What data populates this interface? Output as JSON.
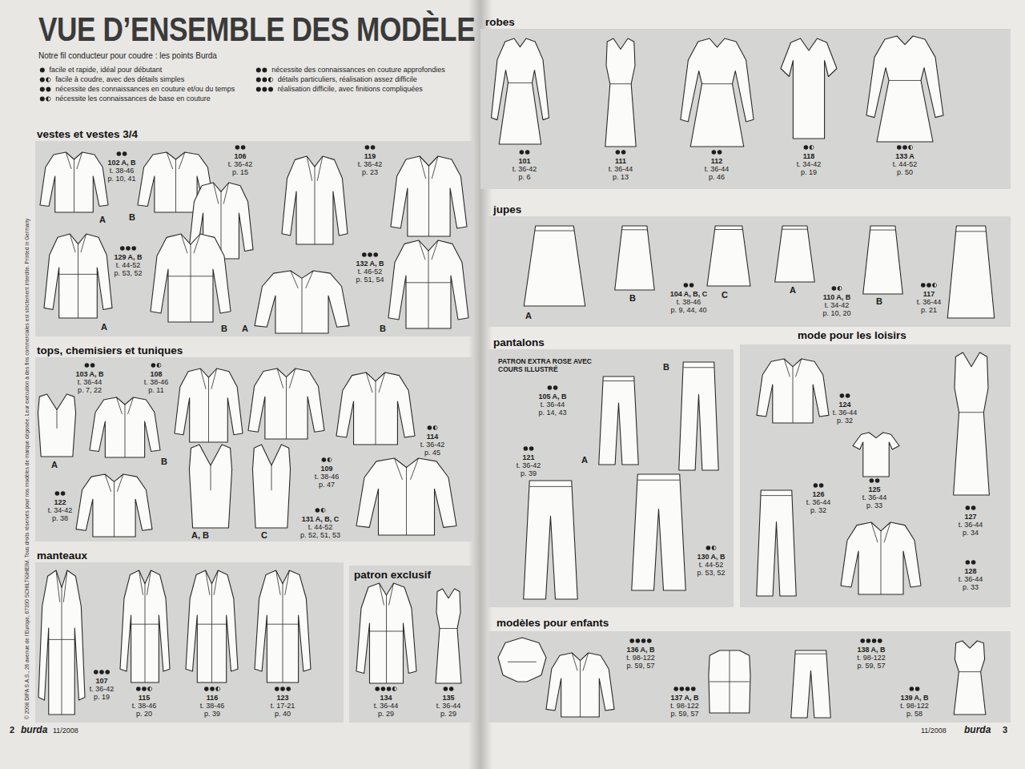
{
  "diagram": {
    "title": "VUE D’ENSEMBLE DES MODÈLE",
    "nodes": [
      {
        "text": [
          "vestes et vestes 3/4"
        ]
      },
      {
        "text": [
          "tops, chemisiers et tuniques"
        ]
      },
      {
        "text": [
          "manteaux"
        ]
      },
      {
        "text": [
          "patron exclusif"
        ]
      },
      {
        "text": [
          "robes"
        ]
      },
      {
        "text": [
          "jupes"
        ]
      },
      {
        "text": [
          "pantalons"
        ]
      },
      {
        "text": [
          "mode pour les loisirs"
        ]
      },
      {
        "text": [
          "modèles pour enfants"
        ]
      }
    ],
    "labels": [
      "Notre fil conducteur pour coudre : les points Burda",
      "© 2008 DIPA S.A.S., 26 avenue de l’Europe, 67300 SCHILTIGHEIM. Tous droits réservés pour nos modèles de marque déposée. Leur exécution à des fins commerciales est strictement interdite. Printed in Germany",
      "102 A, B",
      "t. 38-46",
      "p. 10, 41",
      "106",
      "t. 36-42",
      "p. 15",
      "119",
      "t. 36-42",
      "p. 23",
      "129 A, B",
      "t. 44-52",
      "p. 53, 52",
      "132 A, B",
      "t. 46-52",
      "p. 51, 54",
      "103 A, B",
      "t. 36-44",
      "p. 7, 22",
      "108",
      "t. 38-46",
      "p. 11",
      "109",
      "t. 38-46",
      "p. 47",
      "114",
      "t. 36-42",
      "p. 45",
      "122",
      "t. 34-42",
      "p. 38",
      "131 A, B, C",
      "t. 44-52",
      "p. 52, 51, 53",
      "107",
      "t. 36-42",
      "p. 19",
      "115",
      "t. 38-46",
      "p. 20",
      "116",
      "t. 38-46",
      "p. 39",
      "123",
      "t. 17-21",
      "p. 40",
      "134",
      "t. 36-44",
      "p. 29",
      "135",
      "t. 36-44",
      "p. 29",
      "101",
      "t. 36-42",
      "p. 6",
      "111",
      "t. 36-44",
      "p. 13",
      "112",
      "t. 36-44",
      "p. 46",
      "118",
      "t. 34-42",
      "p. 19",
      "133 A",
      "t. 44-52",
      "p. 50",
      "104 A, B, C",
      "t. 38-46",
      "p. 9, 44, 40",
      "110 A, B",
      "t. 34-42",
      "p. 10, 20",
      "117",
      "t. 36-44",
      "p. 21",
      "105 A, B",
      "t. 36-44",
      "p. 14, 43",
      "121",
      "t. 36-42",
      "p. 39",
      "130 A, B",
      "t. 44-52",
      "p. 53, 52",
      "124",
      "t. 36-44",
      "p. 32",
      "125",
      "t. 36-44",
      "p. 33",
      "126",
      "t. 36-44",
      "p. 32",
      "127",
      "t. 36-44",
      "p. 34",
      "128",
      "t. 36-44",
      "p. 33",
      "136 A, B",
      "t. 98-122",
      "p. 59, 57",
      "137 A, B",
      "t. 98-122",
      "p. 59, 57",
      "138 A, B",
      "t. 98-122",
      "p. 59, 57",
      "139 A, B",
      "t. 98-122",
      "p. 58",
      "A",
      "B",
      "A",
      "B",
      "A",
      "B",
      "A",
      "B",
      "A, B",
      "C",
      "A",
      "B",
      "C",
      "A",
      "B",
      "A",
      "B",
      "PATRON EXTRA ROSE AVEC COURS ILLUSTRÉ",
      "2",
      "burda",
      "11/2008",
      "11/2008",
      "burda",
      "3"
    ],
    "legend": [
      {
        "text": "facile et rapide, idéal pour débutant"
      },
      {
        "text": "facile à coudre, avec des détails simples"
      },
      {
        "text": "nécessite des connaissances en couture et/ou du temps"
      },
      {
        "text": "nécessite les connaissances de base en couture"
      },
      {
        "text": "nécessite des connaissances en couture approfondies"
      },
      {
        "text": "détails particuliers, réalisation assez difficile"
      },
      {
        "text": "réalisation difficile, avec finitions compliquées"
      }
    ]
  }
}
